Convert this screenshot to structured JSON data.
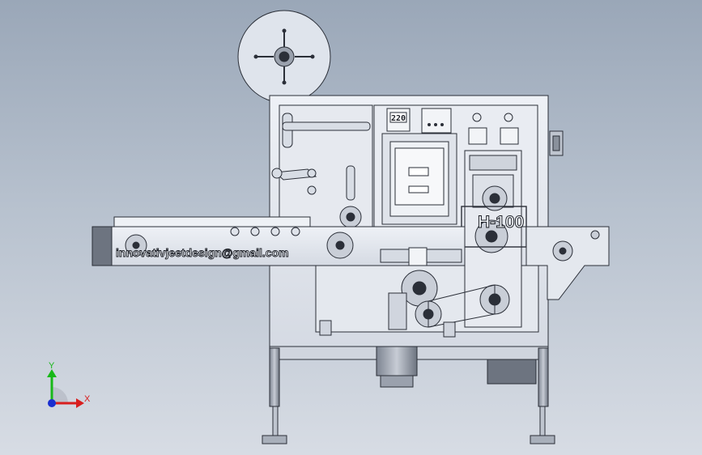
{
  "drawing": {
    "model_label": "H-100",
    "watermark": "innovativjeetdesign@gmail.com",
    "display_value": "220"
  },
  "triad": {
    "x_label": "X",
    "y_label": "Y",
    "colors": {
      "x": "#d81e1e",
      "y": "#18b818",
      "z": "#1a2fd0"
    }
  },
  "colors": {
    "background_top": "#9aa7b8",
    "background_bottom": "#d7dce4",
    "line": "#2b2f38",
    "machine_face": "#e4e8ef",
    "machine_shadow": "#c8ced8"
  }
}
